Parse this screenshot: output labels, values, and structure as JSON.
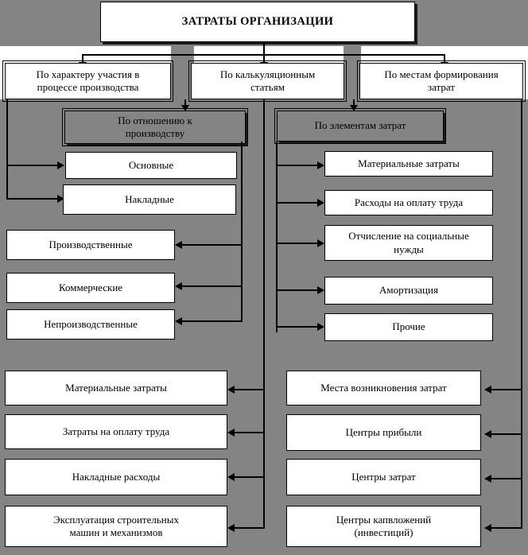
{
  "diagram": {
    "title_box": {
      "label": "ЗАТРАТЫ   ОРГАНИЗАЦИИ"
    },
    "level1": [
      {
        "label": "По характеру  участия в\nпроцессе производства"
      },
      {
        "label": "По калькуляционным\nстатьям"
      },
      {
        "label": "По местам формирования\nзатрат"
      }
    ],
    "group_headers": [
      {
        "label": "По отношению к\nпроизводству"
      },
      {
        "label": "По элементам затрат"
      }
    ],
    "branch_a_items": [
      {
        "label": "Основные"
      },
      {
        "label": "Накладные"
      }
    ],
    "branch_b_items": [
      {
        "label": "Производственные"
      },
      {
        "label": "Коммерческие"
      },
      {
        "label": "Непроизводственные"
      }
    ],
    "elements_items": [
      {
        "label": "Материальные затраты"
      },
      {
        "label": "Расходы на оплату труда"
      },
      {
        "label": "Отчисление  на социальные\nнужды"
      },
      {
        "label": "Амортизация"
      },
      {
        "label": "Прочие"
      }
    ],
    "costing_items": [
      {
        "label": "Материальные затраты"
      },
      {
        "label": "Затраты  на оплату труда"
      },
      {
        "label": "Накладные расходы"
      },
      {
        "label": "Эксплуатация строительных\nмашин и механизмов"
      }
    ],
    "places_items": [
      {
        "label": "Места возникновения затрат"
      },
      {
        "label": "Центры прибыли"
      },
      {
        "label": "Центры затрат"
      },
      {
        "label": "Центры капвложений\n(инвестиций)"
      }
    ],
    "colors": {
      "background": "#848484",
      "box_fill": "#ffffff",
      "line": "#000000",
      "text": "#000000"
    }
  }
}
